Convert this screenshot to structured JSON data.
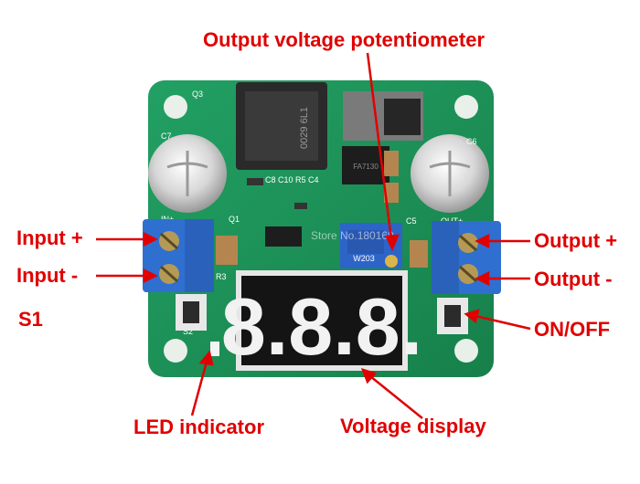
{
  "labels": {
    "pot": "Output voltage potentiometer",
    "input_plus": "Input +",
    "input_minus": "Input -",
    "s1": "S1",
    "output_plus": "Output +",
    "output_minus": "Output -",
    "on_off": "ON/OFF",
    "led": "LED indicator",
    "voltage_display": "Voltage display"
  },
  "board_text": {
    "q3": "Q3",
    "c7": "C7",
    "c6": "C6",
    "in_plus": "IN+",
    "out_plus": "OUT+",
    "c8c10": "C8 C10 R5 C4",
    "q1": "Q1",
    "c5": "C5",
    "r3": "R3",
    "s2": "S2",
    "inductor": "0029 6L1",
    "pot_marking": "W203",
    "ic_marking": "FA7130",
    "store_watermark": "Store No.180169",
    "display_digits": "8.8.8."
  },
  "colors": {
    "callout": "#e00000",
    "pcb": "#1f8f55",
    "terminal": "#2f6fd0",
    "display_segment": "#f2f2f2"
  }
}
